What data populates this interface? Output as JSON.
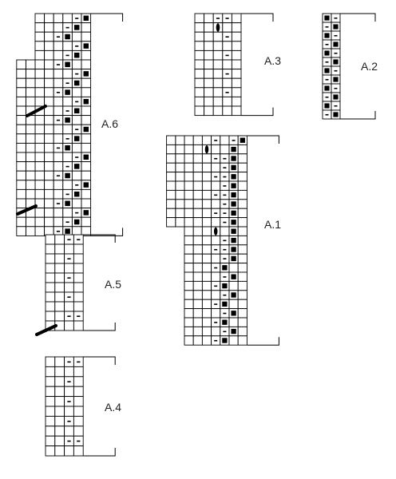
{
  "diagram": {
    "charts": [
      {
        "id": "a6",
        "label": "A.6",
        "cols": 6,
        "rows": [
          "....-s",
          "...-s.",
          "..-s..",
          "....-s",
          "...-s.",
          "..-s..",
          "....-s",
          "...-s.",
          "..-s..",
          "....-s",
          "...-s.",
          "..-s..",
          "....-s",
          "...-s.",
          "..-s..",
          "....-s",
          "...-s.",
          "..-s..",
          "....-s",
          "...-s.",
          "..-s..",
          "....-s",
          "...-s.",
          "..-s.."
        ]
      },
      {
        "id": "a5",
        "label": "A.5",
        "cols": 4,
        "rows": [
          "..--",
          "....",
          "..-.",
          "....",
          "..-.",
          "....",
          "..-.",
          "....",
          "..--",
          "...."
        ]
      },
      {
        "id": "a4",
        "label": "A.4",
        "cols": 4,
        "rows": [
          "..--",
          "....",
          "..-.",
          "....",
          "..-.",
          "....",
          "..-.",
          "....",
          "..--",
          "...."
        ]
      },
      {
        "id": "a3",
        "label": "A.3",
        "cols": 5,
        "rows": [
          "..--.",
          "..o..",
          "...-.",
          "....",
          "...-.",
          "....",
          "...-.",
          "....",
          "...-.",
          "....",
          "....."
        ]
      },
      {
        "id": "a2",
        "label": "A.2",
        "cols": 2,
        "rows": [
          "s-",
          "-s",
          "s-",
          "-s",
          "s-",
          "-s",
          "s-",
          "-s",
          "s-",
          "-s",
          "s-",
          "-s"
        ]
      },
      {
        "id": "a1",
        "label": "A.1",
        "cols": 7,
        "rows": [
          "...-.-s",
          "..o..s.",
          "...--s.",
          "....-s.",
          "...--s.",
          "....-s.",
          "...--s.",
          "....-s.",
          "...--s.",
          "....-s.",
          "...o.s.",
          "....-s.",
          "...--s.",
          "....-s.",
          "...-s..",
          "....-s.",
          "...-s..",
          "....-s.",
          "...-s..",
          "....-s.",
          "...-s..",
          "....-s.",
          "...-s.."
        ]
      }
    ]
  }
}
